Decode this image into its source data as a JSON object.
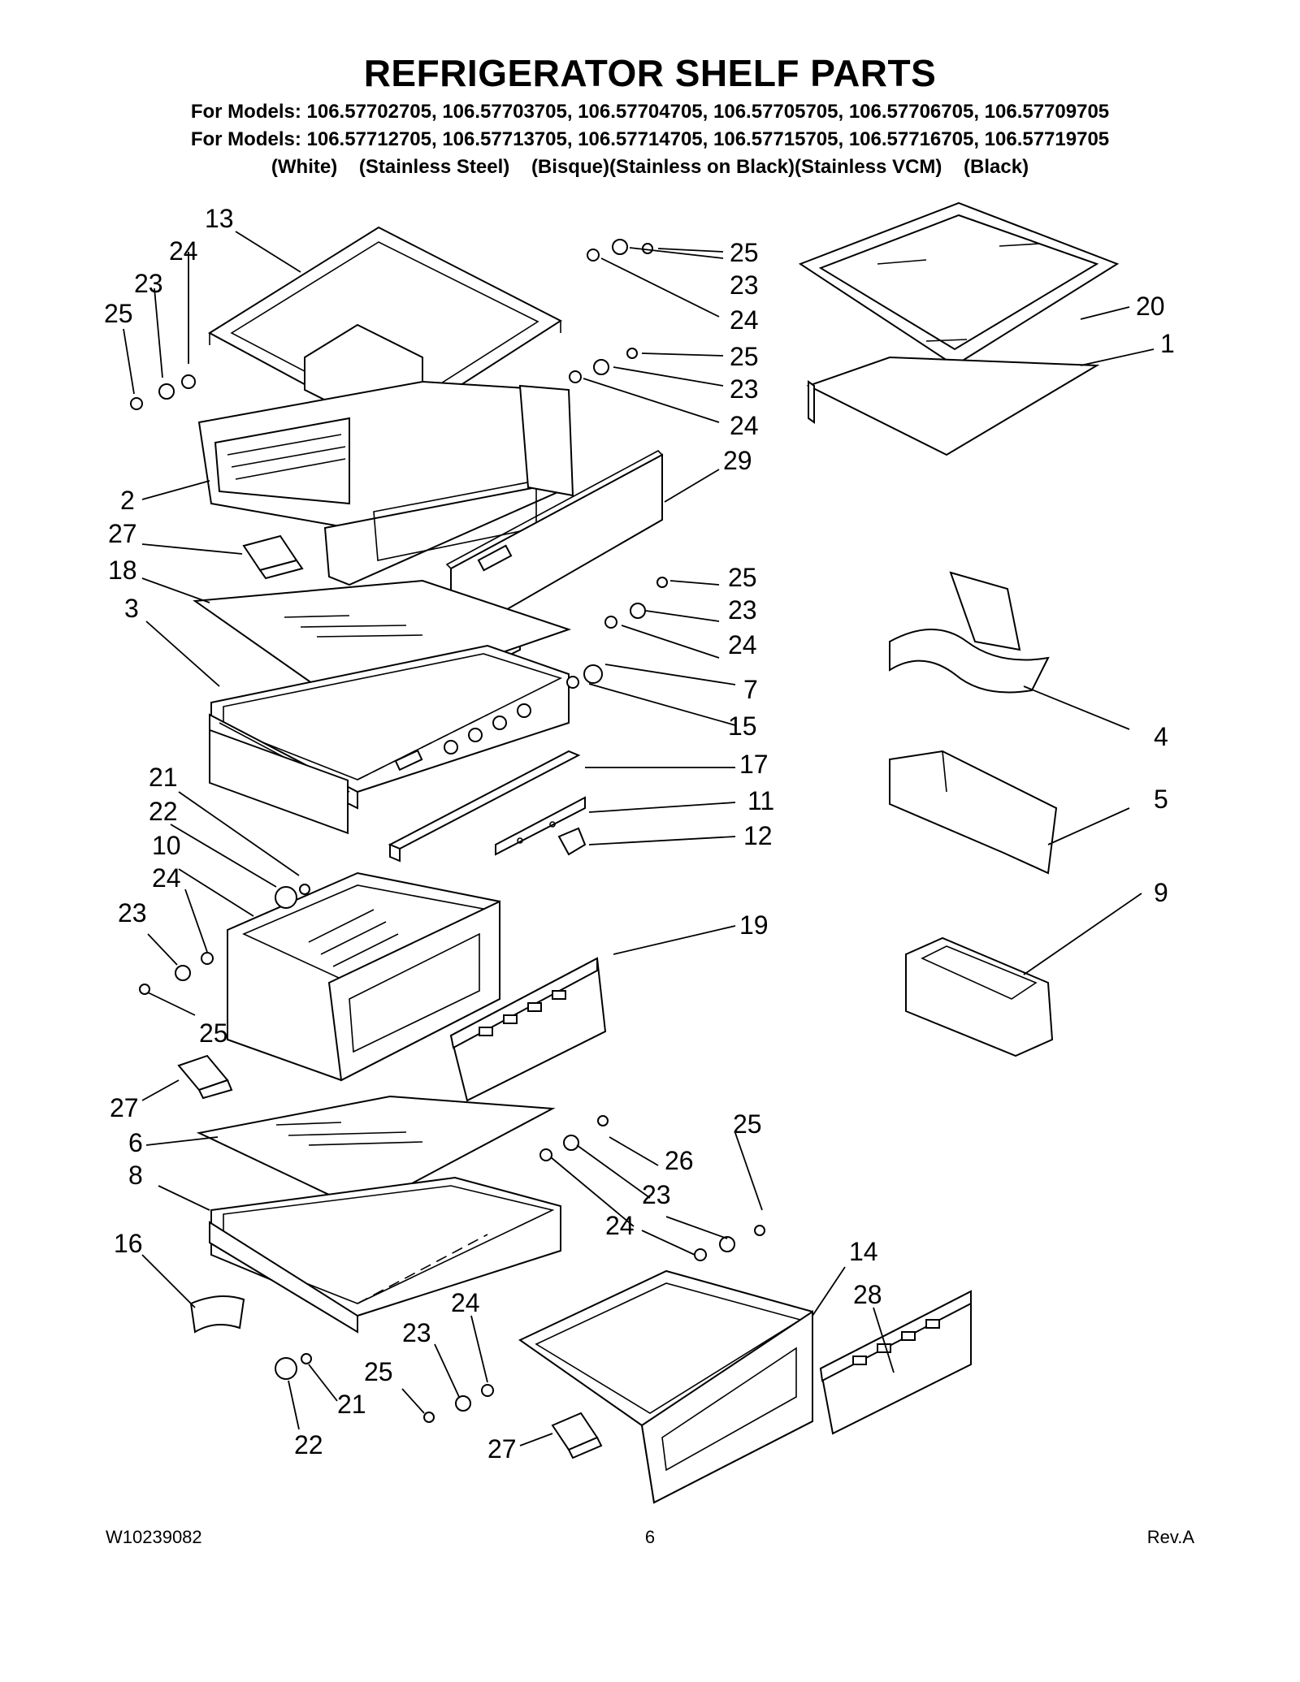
{
  "header": {
    "title": "REFRIGERATOR SHELF PARTS",
    "models_line_1": "For Models: 106.57702705, 106.57703705, 106.57704705, 106.57705705, 106.57706705, 106.57709705",
    "models_line_2": "For Models: 106.57712705, 106.57713705, 106.57714705, 106.57715705, 106.57716705, 106.57719705",
    "finishes": "(White)    (Stainless Steel)    (Bisque)(Stainless on Black)(Stainless VCM)    (Black)"
  },
  "callouts": [
    "13",
    "24",
    "23",
    "25",
    "25",
    "23",
    "24",
    "25",
    "23",
    "24",
    "20",
    "1",
    "29",
    "2",
    "27",
    "18",
    "25",
    "23",
    "24",
    "3",
    "7",
    "15",
    "4",
    "17",
    "5",
    "21",
    "11",
    "22",
    "12",
    "10",
    "24",
    "9",
    "23",
    "19",
    "25",
    "27",
    "25",
    "6",
    "26",
    "8",
    "23",
    "24",
    "16",
    "14",
    "28",
    "24",
    "23",
    "25",
    "21",
    "22",
    "27"
  ],
  "footer": {
    "doc_number": "W10239082",
    "page_number": "6",
    "revision": "Rev.A"
  }
}
